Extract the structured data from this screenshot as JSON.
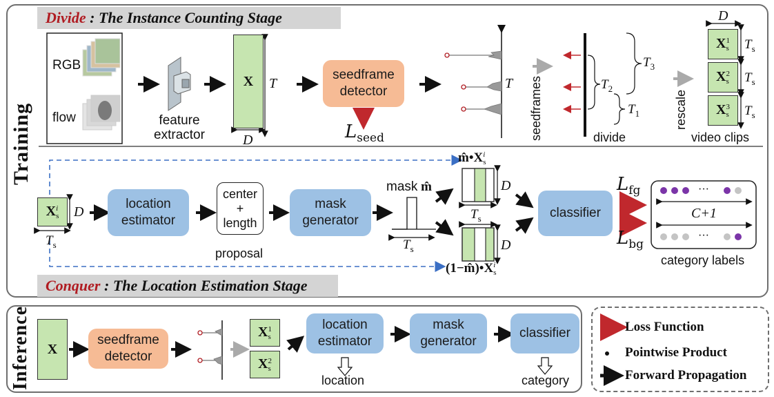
{
  "sections": {
    "training": "Training",
    "inference": "Inference",
    "divide": {
      "keyword": "Divide",
      "colon": " : ",
      "title": "The Instance Counting Stage"
    },
    "conquer": {
      "keyword": "Conquer",
      "colon": " : ",
      "title": "The Location Estimation Stage"
    }
  },
  "colors": {
    "green": "#c6e5b0",
    "blue": "#9dc1e4",
    "orange": "#f6bb95",
    "red": "#b01c22",
    "dash": "#3b6fc4",
    "purple": "#7b35a8",
    "gray": "#c4c4c4"
  },
  "divide": {
    "rgb": "RGB",
    "flow": "flow",
    "feature_extractor": [
      "feature",
      "extractor"
    ],
    "x": "X",
    "t": "T",
    "d": "D",
    "seedframe_detector": [
      "seedframe",
      "detector"
    ],
    "loss_seed": "L",
    "loss_seed_sub": "seed",
    "seedframes": "seedframes",
    "divide_label": "divide",
    "t1": "T",
    "t1_sub": "1",
    "t2": "T",
    "t2_sub": "2",
    "t3": "T",
    "t3_sub": "3",
    "rescale": "rescale",
    "clips": [
      {
        "x": "X",
        "sub": "s",
        "sup": "1"
      },
      {
        "x": "X",
        "sub": "s",
        "sup": "2"
      },
      {
        "x": "X",
        "sub": "s",
        "sup": "3"
      }
    ],
    "ts": "T",
    "ts_sub": "s",
    "video_clips": "video clips"
  },
  "conquer": {
    "xsi": {
      "x": "X",
      "sub": "s",
      "sup": "i"
    },
    "d": "D",
    "ts": "T",
    "ts_sub": "s",
    "location_estimator": [
      "location",
      "estimator"
    ],
    "proposal_box": [
      "center",
      "+",
      "length"
    ],
    "proposal": "proposal",
    "mask_generator": [
      "mask",
      "generator"
    ],
    "mask_label": "mask",
    "mask_hat": "m̂",
    "masked_top": "m̂•X",
    "masked_bottom": "(1−m̂)•X",
    "classifier": "classifier",
    "loss_fg": "L",
    "loss_fg_sub": "fg",
    "loss_bg": "L",
    "loss_bg_sub": "bg",
    "c_plus_1": "C+1",
    "ellipsis": "···",
    "category_labels": "category labels"
  },
  "inference": {
    "x": "X",
    "seedframe_detector": [
      "seedframe",
      "detector"
    ],
    "clips": [
      {
        "x": "X",
        "sub": "s",
        "sup": "1"
      },
      {
        "x": "X",
        "sub": "s",
        "sup": "2"
      }
    ],
    "location_estimator": [
      "location",
      "estimator"
    ],
    "mask_generator": [
      "mask",
      "generator"
    ],
    "classifier": "classifier",
    "location": "location",
    "category": "category"
  },
  "legend": {
    "loss_function": "Loss Function",
    "pointwise_product": "Pointwise Product",
    "forward_propagation": "Forward Propagation"
  }
}
